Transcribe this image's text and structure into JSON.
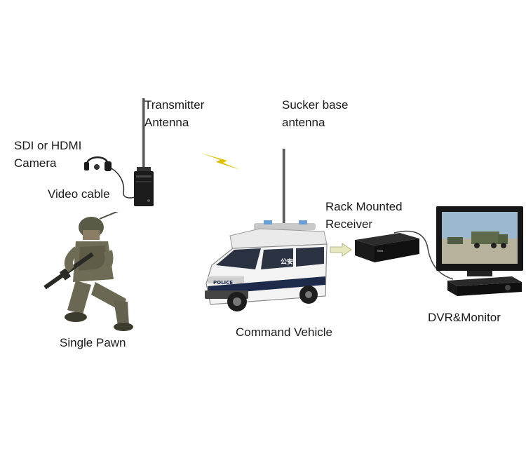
{
  "labels": {
    "camera": [
      "SDI or HDMI",
      "Camera"
    ],
    "video_cable": "Video cable",
    "transmitter_antenna": [
      "Transmitter",
      "Antenna"
    ],
    "sucker_antenna": [
      "Sucker base",
      "antenna"
    ],
    "receiver": [
      "Rack Mounted",
      "Receiver"
    ],
    "single_pawn": "Single Pawn",
    "command_vehicle": "Command Vehicle",
    "dvr_monitor": "DVR&Monitor"
  },
  "vehicle_markings": {
    "police": "POLICE",
    "chinese": "公安"
  },
  "colors": {
    "wireless_bolt": "#e0c000",
    "arrow": "#d8d8a8",
    "device_black": "#1b1b1b",
    "soldier_camo": "#6f6c55",
    "vehicle_body": "#f3f3f3",
    "vehicle_trim": "#1e2a4a"
  }
}
